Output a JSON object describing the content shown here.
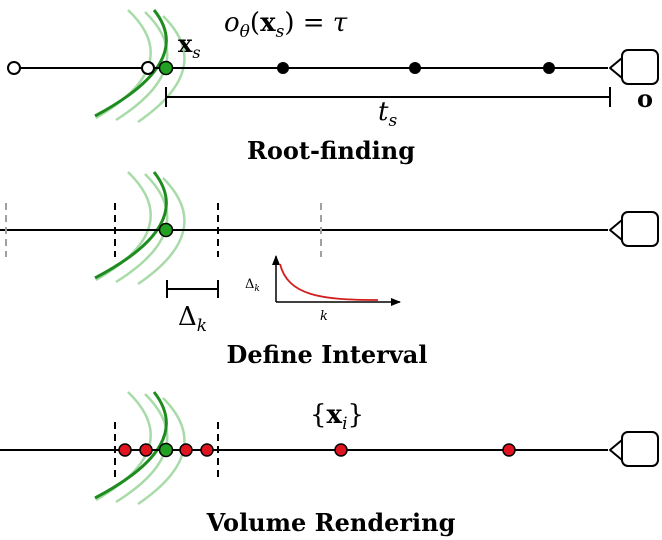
{
  "panels": {
    "root_finding": {
      "title": "Root-finding",
      "equation": {
        "func": "o",
        "sub": "θ",
        "arg": "x",
        "arg_sub": "s",
        "rhs": "= τ"
      },
      "point_label": {
        "main": "x",
        "sub": "s"
      },
      "distance_label": {
        "main": "t",
        "sub": "s"
      },
      "origin_label": "o"
    },
    "define_interval": {
      "title": "Define Interval",
      "interval_label": {
        "main": "Δ",
        "sub": "k"
      },
      "mini_plot": {
        "ylabel_main": "Δ",
        "ylabel_sub": "k",
        "xlabel": "k"
      }
    },
    "volume_rendering": {
      "title": "Volume Rendering",
      "samples_label": {
        "open": "{",
        "main": "x",
        "sub": "i",
        "close": "}"
      }
    }
  },
  "colors": {
    "surface_main": "#1e8c1e",
    "surface_light": "#a8dba8",
    "surface_point": "#22a022",
    "sample_point": "#e0141e",
    "guide_gray": "#a0a0a0",
    "decay_curve": "#d21e1e",
    "ink": "#000000"
  }
}
